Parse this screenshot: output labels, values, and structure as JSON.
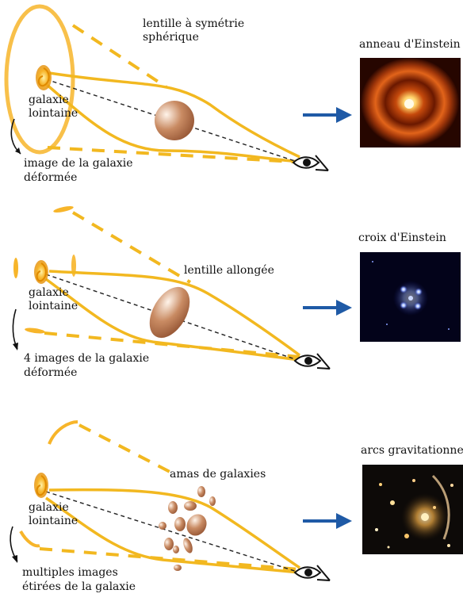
{
  "panels": [
    {
      "id": "einstein-ring",
      "lens_label_1": "lentille à symétrie",
      "lens_label_2": "sphérique",
      "source_label_1": "galaxie",
      "source_label_2": "lointaine",
      "image_label_1": "image de la galaxie",
      "image_label_2": "déformée",
      "result_title": "anneau d'Einstein"
    },
    {
      "id": "einstein-cross",
      "lens_label_1": "lentille allongée",
      "source_label_1": "galaxie",
      "source_label_2": "lointaine",
      "image_label_1": "4 images de la galaxie",
      "image_label_2": "déformée",
      "result_title": "croix d'Einstein"
    },
    {
      "id": "gravitational-arcs",
      "lens_label_1": "amas de galaxies",
      "source_label_1": "galaxie",
      "source_label_2": "lointaine",
      "image_label_1": "multiples images",
      "image_label_2": "étirées de la galaxie",
      "result_title": "arcs gravitationnels"
    }
  ],
  "colors": {
    "light_ray": "#f2b820",
    "sight_line": "#222222",
    "arrow": "#1f5aa6",
    "lens": "#a45e3a",
    "galaxy": "#f0a010"
  }
}
